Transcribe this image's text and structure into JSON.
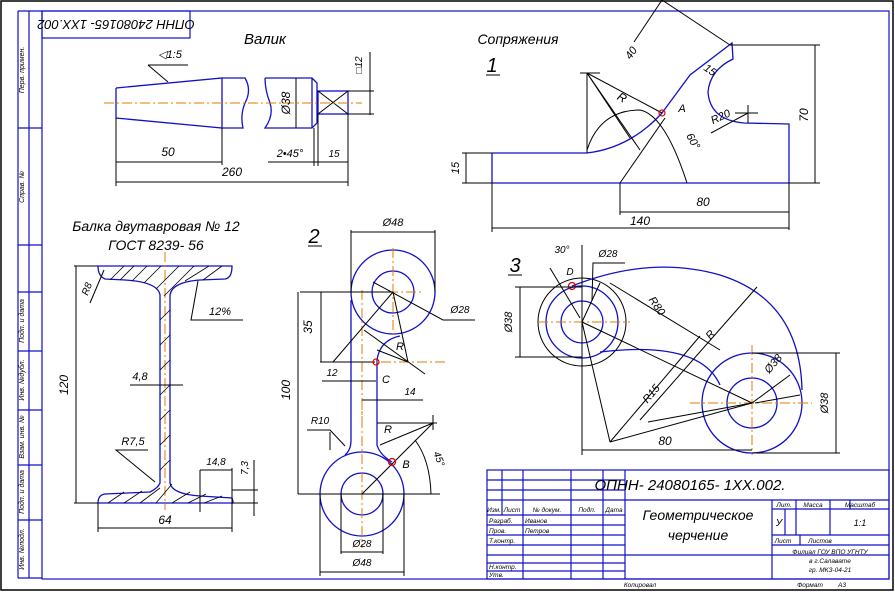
{
  "document": {
    "code_mirrored": "ОПНН 24080165- 1ХХ.002",
    "code": "ОПНН- 24080165- 1ХХ.002.",
    "title_line1": "Геометрическое",
    "title_line2": "черчение",
    "colors": {
      "outline": "#1010c8",
      "axis": "#e07b00",
      "dimension": "#000000",
      "point": "#e00000"
    }
  },
  "side_stamp": [
    "Перв. примен.",
    "Справ. №",
    "Подп. и дата",
    "Инв. №дубл.",
    "Взам. инв. №",
    "Подп. и дата",
    "Инв. №подл."
  ],
  "valik": {
    "title": "Валик",
    "taper": "◁1:5",
    "dims": {
      "len_50": "50",
      "len_260": "260",
      "chamfer": "2•45°",
      "len_15": "15",
      "dia": "Ø38",
      "square": "□12"
    }
  },
  "sopryazheniya": {
    "title": "Сопряжения",
    "num1": "1",
    "dims": {
      "d40": "40",
      "d15a": "15",
      "R": "R",
      "A": "A",
      "R20": "R20",
      "a60": "60°",
      "d70": "70",
      "d15": "15",
      "d80": "80",
      "d140": "140"
    }
  },
  "balka": {
    "title_line1": "Балка двутавровая № 12",
    "title_line2": "ГОСТ 8239- 56",
    "dims": {
      "R8": "R8",
      "slope": "12%",
      "h120": "120",
      "web": "4,8",
      "R75": "R7,5",
      "flange": "14,8",
      "t73": "7,3",
      "w64": "64"
    }
  },
  "fig2": {
    "num": "2",
    "dims": {
      "top_d": "Ø48",
      "inner_d": "Ø28",
      "d35": "35",
      "R": "R",
      "d12": "12",
      "C": "C",
      "d14": "14",
      "d100": "100",
      "R10": "R10",
      "R2": "R",
      "B": "B",
      "a45": "45°",
      "bot_in": "Ø28",
      "bot_out": "Ø48"
    }
  },
  "fig3": {
    "num": "3",
    "dims": {
      "a30": "30°",
      "D": "D",
      "d28": "Ø28",
      "d38": "Ø38",
      "R80": "R80",
      "R": "R",
      "R15": "R15",
      "d80": "80",
      "dR": "Ø38",
      "dR2": "Ø38"
    }
  },
  "title_block": {
    "headers": [
      "Изм.",
      "Лист",
      "№ докум.",
      "Подп.",
      "Дата"
    ],
    "rows": [
      {
        "role": "Разраб.",
        "name": "Иванов"
      },
      {
        "role": "Пров.",
        "name": "Петров"
      },
      {
        "role": "Т.контр.",
        "name": ""
      },
      {
        "role": "",
        "name": ""
      },
      {
        "role": "Н.контр.",
        "name": ""
      },
      {
        "role": "Утв.",
        "name": ""
      }
    ],
    "lit_label": "Лит.",
    "mass_label": "Масса",
    "scale_label": "Масштаб",
    "lit_value": "У",
    "scale_value": "1:1",
    "sheet_label": "Лист",
    "sheets_label": "Листов",
    "org_line1": "Филиал ГОУ ВПО УГНТУ",
    "org_line2": "в г.Салавате",
    "org_line3": "гр. МКЗ-04-21",
    "copied": "Копировал",
    "format_label": "Формат",
    "format_value": "А3"
  }
}
